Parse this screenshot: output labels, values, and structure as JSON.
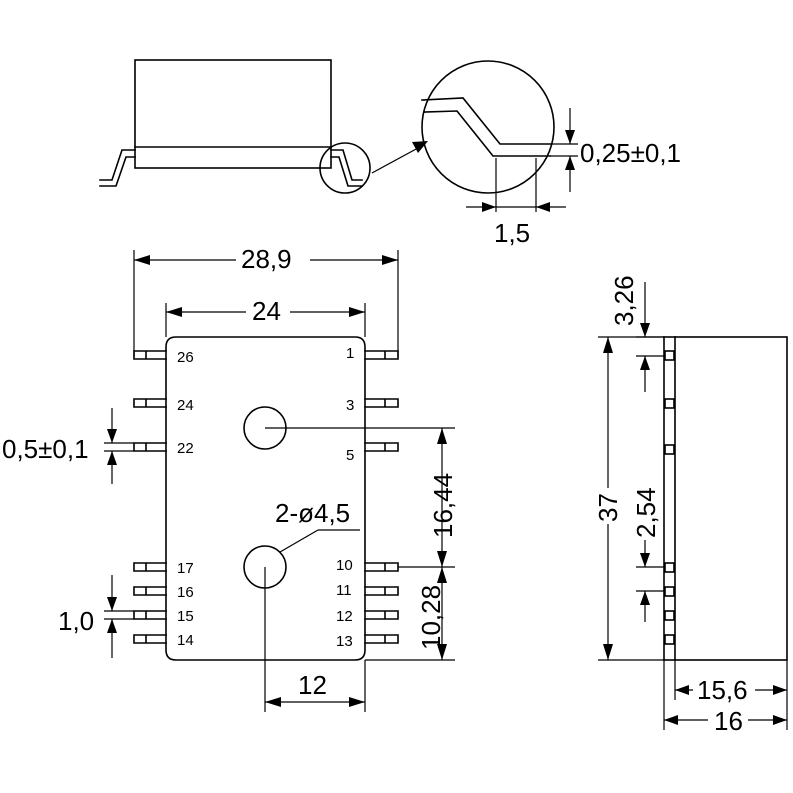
{
  "dimensions": {
    "lead_thickness": "0,25±0,1",
    "lead_foot": "1,5",
    "overall_width": "28,9",
    "body_width": "24",
    "pin_width": "0,5±0,1",
    "pitch": "1,0",
    "hole_label": "2-ø4,5",
    "hole_vertical_spacing": "16,44",
    "hole_to_bottom": "10,28",
    "hole_horizontal": "12",
    "top_offset": "3,26",
    "side_pitch": "2,54",
    "height": "37",
    "body_depth": "15,6",
    "overall_depth": "16"
  },
  "pins": {
    "left": [
      "26",
      "24",
      "22",
      "17",
      "16",
      "15",
      "14"
    ],
    "right": [
      "1",
      "3",
      "5",
      "10",
      "11",
      "12",
      "13"
    ]
  }
}
